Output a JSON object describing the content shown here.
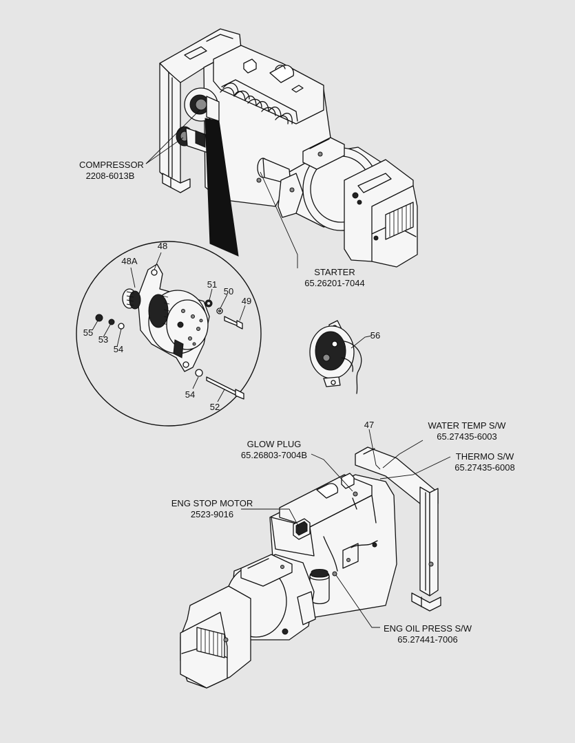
{
  "labels": {
    "compressor_name": "COMPRESSOR",
    "compressor_pn": "2208-6013B",
    "starter_name": "STARTER",
    "starter_pn": "65.26201-7044",
    "glow_plug_name": "GLOW PLUG",
    "glow_plug_pn": "65.26803-7004B",
    "water_temp_name": "WATER TEMP S/W",
    "water_temp_pn": "65.27435-6003",
    "thermo_name": "THERMO S/W",
    "thermo_pn": "65.27435-6008",
    "eng_stop_name": "ENG STOP MOTOR",
    "eng_stop_pn": "2523-9016",
    "oil_press_name": "ENG OIL PRESS S/W",
    "oil_press_pn": "65.27441-7006"
  },
  "callouts": {
    "c48": "48",
    "c48a": "48A",
    "c51": "51",
    "c50": "50",
    "c49": "49",
    "c55": "55",
    "c53": "53",
    "c54a": "54",
    "c54b": "54",
    "c52": "52",
    "c56": "56",
    "c47": "47"
  }
}
